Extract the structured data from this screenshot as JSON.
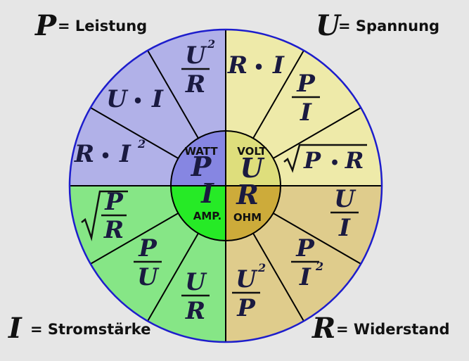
{
  "corner_labels": {
    "power": {
      "letter": "P",
      "word": "= Leistung"
    },
    "voltage": {
      "letter": "U",
      "word": "= Spannung"
    },
    "current": {
      "letter": "I",
      "word": "= Stromstärke"
    },
    "resistance": {
      "letter": "R",
      "word": "= Widerstand"
    }
  },
  "center": {
    "power": {
      "unit": "WATT",
      "symbol": "P"
    },
    "voltage": {
      "unit": "VOLT",
      "symbol": "U"
    },
    "current": {
      "unit": "AMP.",
      "symbol": "I"
    },
    "resistance": {
      "unit": "OHM",
      "symbol": "R"
    }
  },
  "colors": {
    "background": "#e6e6e6",
    "power_sector": "#b1b1e8",
    "power_center": "#8686e2",
    "voltage_sector": "#eeeaa9",
    "voltage_center": "#dede7c",
    "current_sector": "#86e686",
    "current_center": "#26ea26",
    "resistance_sector": "#dfcc8c",
    "resistance_center": "#cdab3a",
    "outline": "#1d1dcc",
    "divider": "#000000"
  },
  "formulas": {
    "power": [
      {
        "kind": "frac",
        "num": "U",
        "num_sup": "2",
        "den": "R"
      },
      {
        "kind": "prod",
        "a": "U",
        "b": "I"
      },
      {
        "kind": "prod",
        "a": "R",
        "b": "I",
        "b_sup": "2"
      }
    ],
    "voltage": [
      {
        "kind": "prod",
        "a": "R",
        "b": "I"
      },
      {
        "kind": "frac",
        "num": "P",
        "den": "I"
      },
      {
        "kind": "sqrt_prod",
        "a": "P",
        "b": "R"
      }
    ],
    "current": [
      {
        "kind": "sqrt_frac",
        "num": "P",
        "den": "R"
      },
      {
        "kind": "frac",
        "num": "P",
        "den": "U"
      },
      {
        "kind": "frac",
        "num": "U",
        "den": "R"
      }
    ],
    "resistance": [
      {
        "kind": "frac",
        "num": "U",
        "den": "I"
      },
      {
        "kind": "frac",
        "num": "P",
        "den": "I",
        "den_sup": "2"
      },
      {
        "kind": "frac",
        "num": "U",
        "num_sup": "2",
        "den": "P"
      }
    ]
  }
}
